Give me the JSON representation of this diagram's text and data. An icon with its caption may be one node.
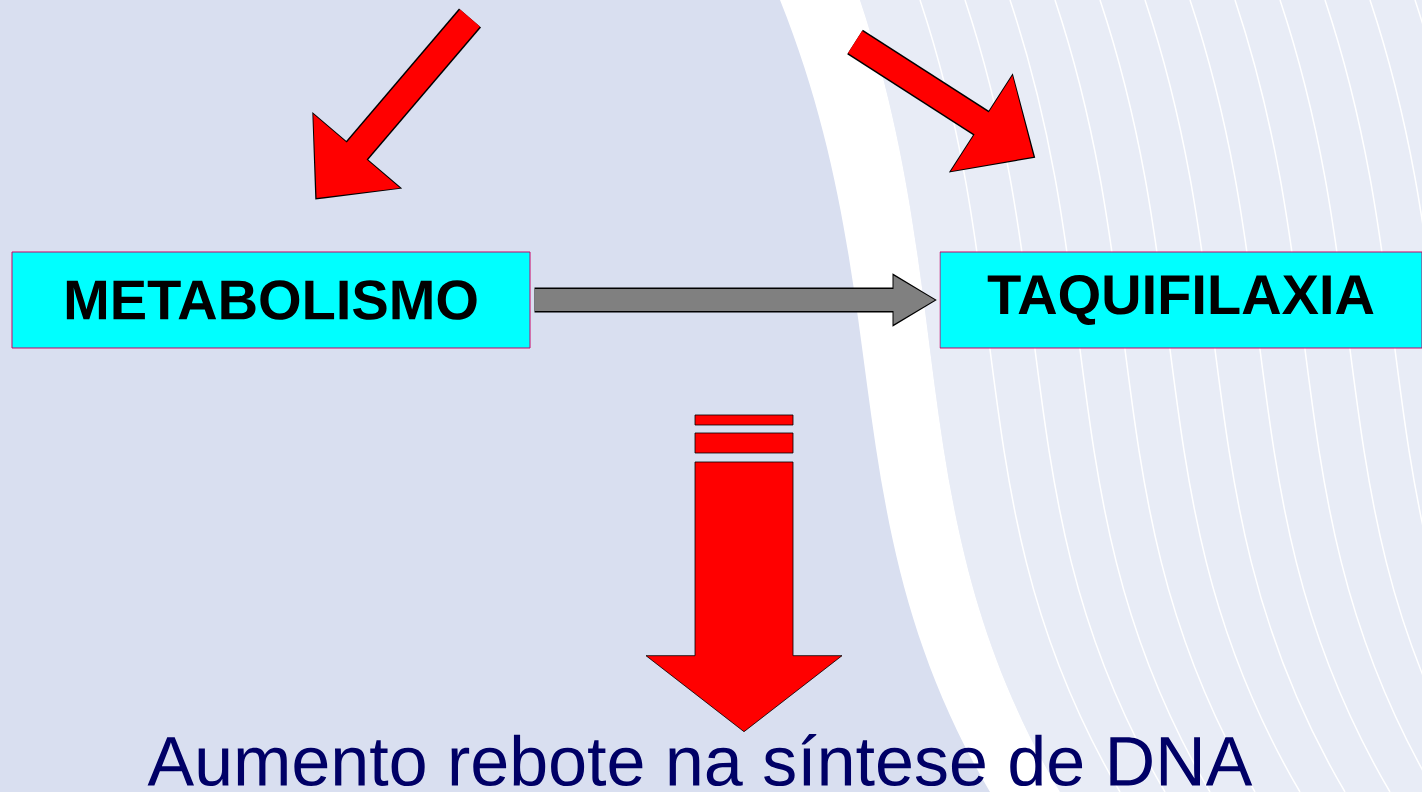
{
  "diagram": {
    "nodes": [
      {
        "text": [
          "METABOLISMO"
        ]
      },
      {
        "text": [
          "TAQUIFILAXIA"
        ]
      },
      {
        "text": [
          "Aumento rebote na síntese de DNA"
        ]
      }
    ],
    "edges": [
      {
        "from": 0,
        "to": 1,
        "arrow": "to",
        "color": "#808080"
      },
      {
        "from": null,
        "to": 0,
        "arrow": "to"
      },
      {
        "from": null,
        "to": 1,
        "arrow": "to"
      },
      {
        "from": null,
        "to": 2,
        "arrow": "to",
        "style": "thick"
      }
    ]
  }
}
